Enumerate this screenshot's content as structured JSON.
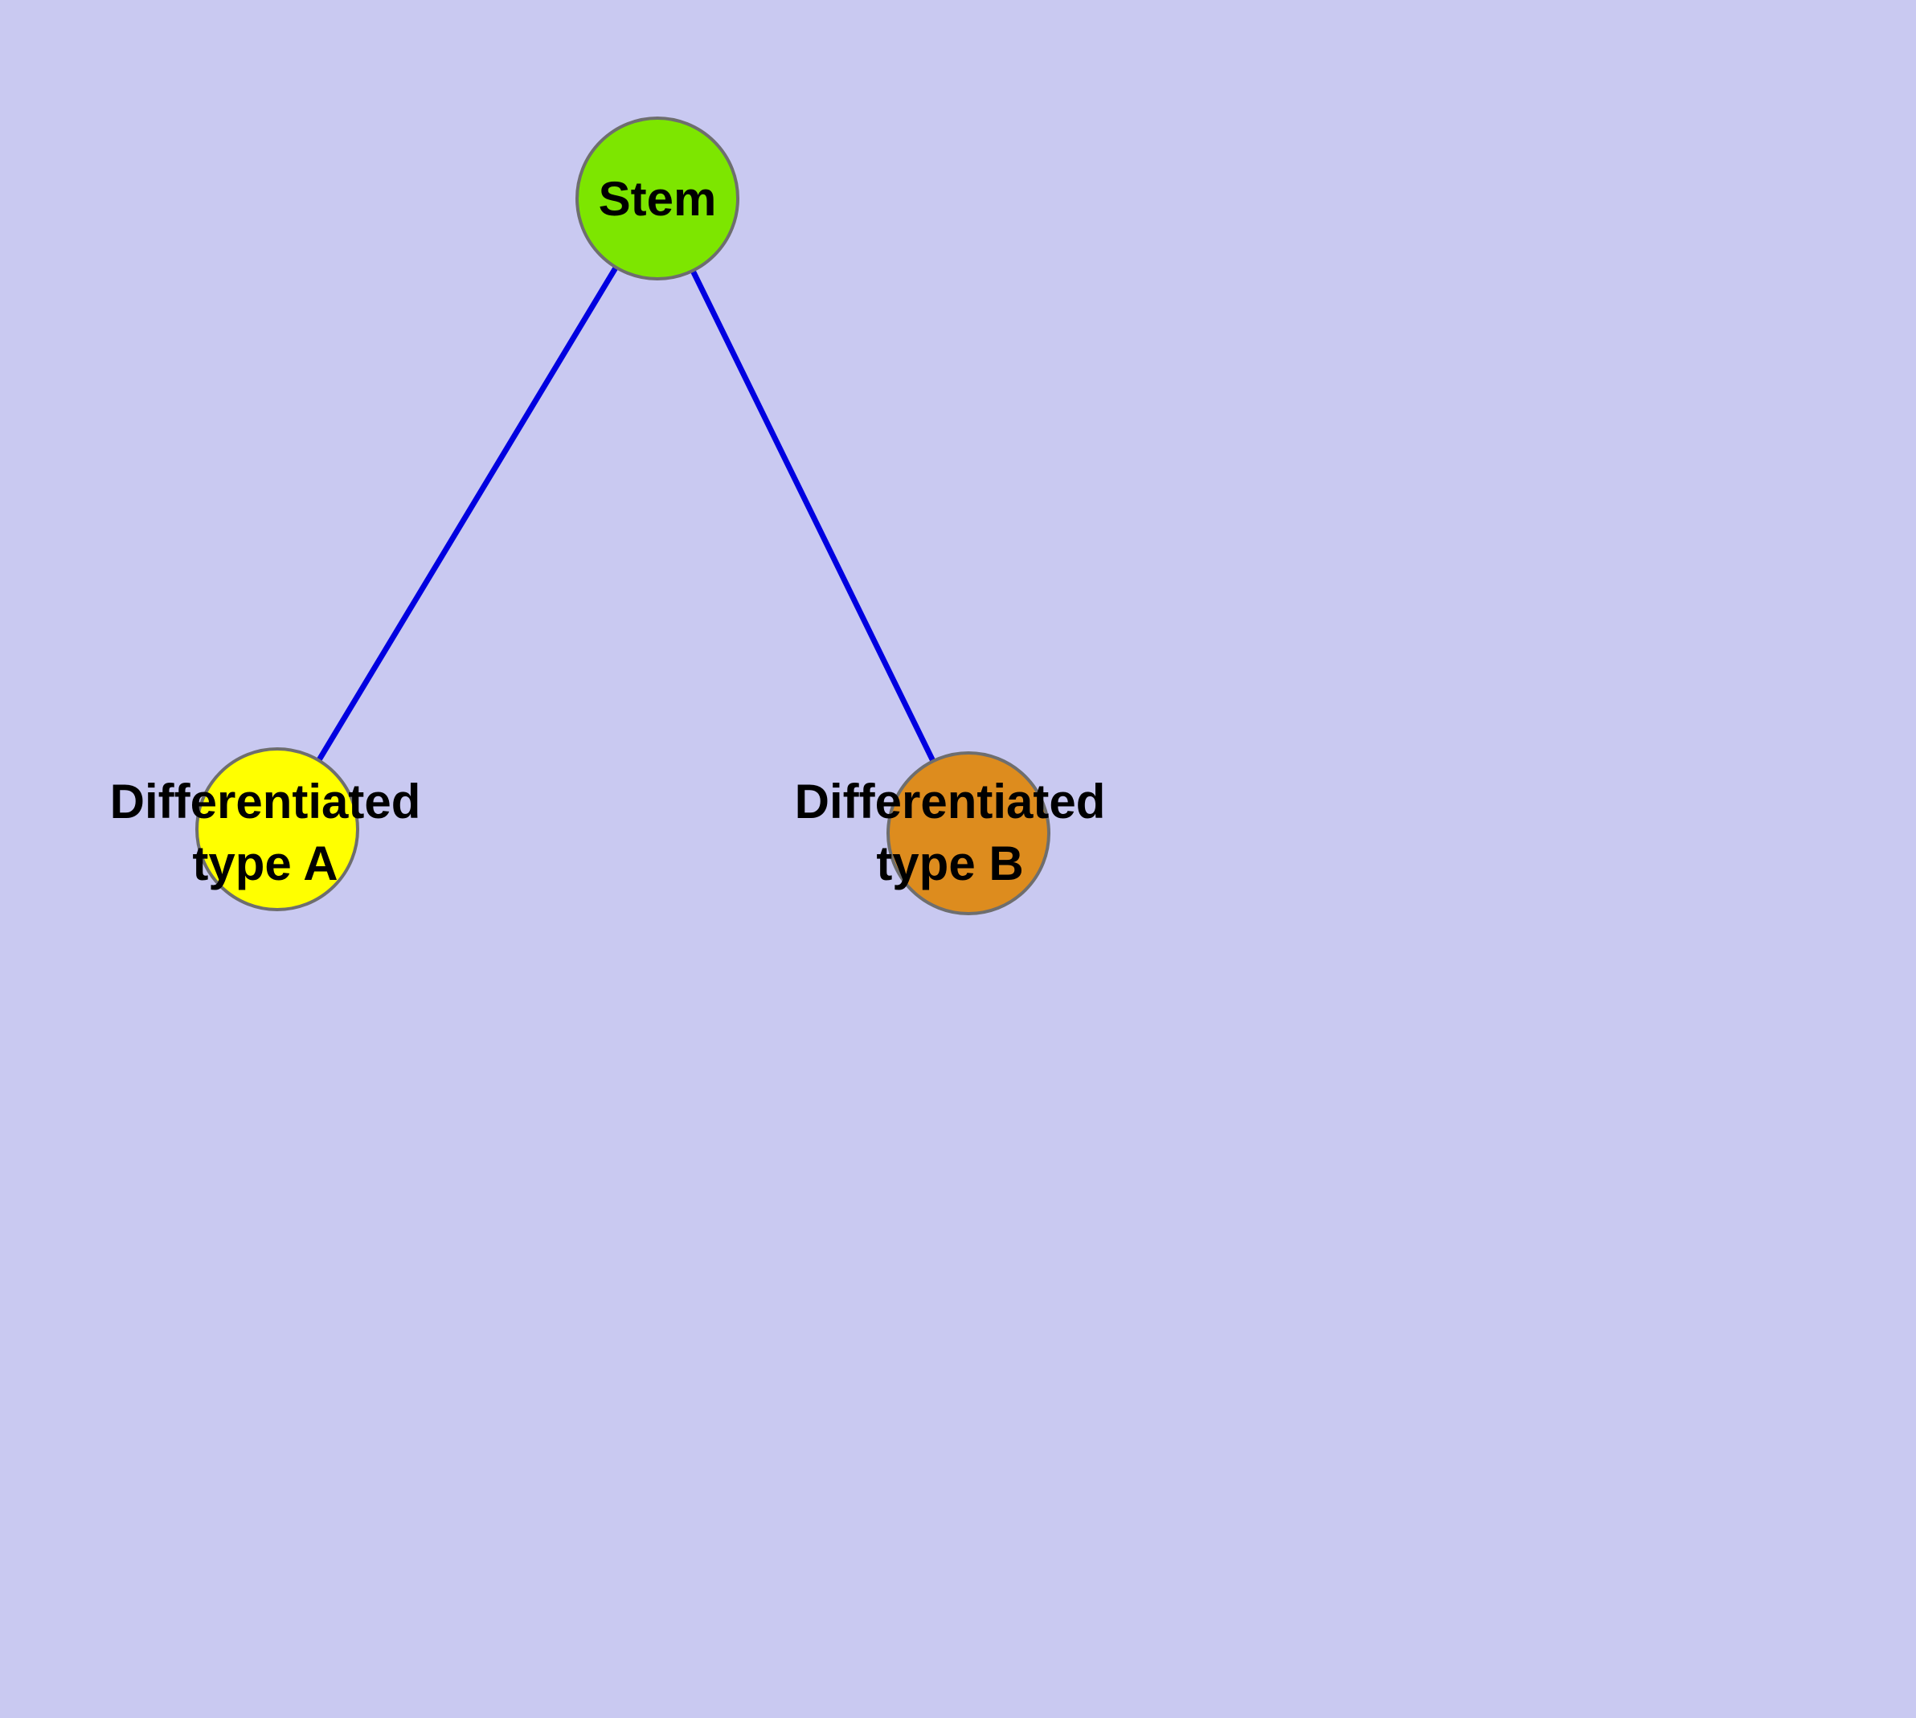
{
  "diagram": {
    "background_color": "#c9c9f1",
    "edge_color": "#0000e0",
    "node_border_color": "#6e6e6e",
    "text_color": "#000000",
    "nodes": {
      "stem": {
        "label": "Stem",
        "color": "#7de600"
      },
      "type_a": {
        "label_line1": "Differentiated",
        "label_line2": "type A",
        "color": "#ffff00"
      },
      "type_b": {
        "label_line1": "Differentiated",
        "label_line2": "type B",
        "color": "#dd8c1e"
      }
    },
    "edges": [
      {
        "from": "stem",
        "to": "type_a"
      },
      {
        "from": "stem",
        "to": "type_b"
      }
    ]
  }
}
